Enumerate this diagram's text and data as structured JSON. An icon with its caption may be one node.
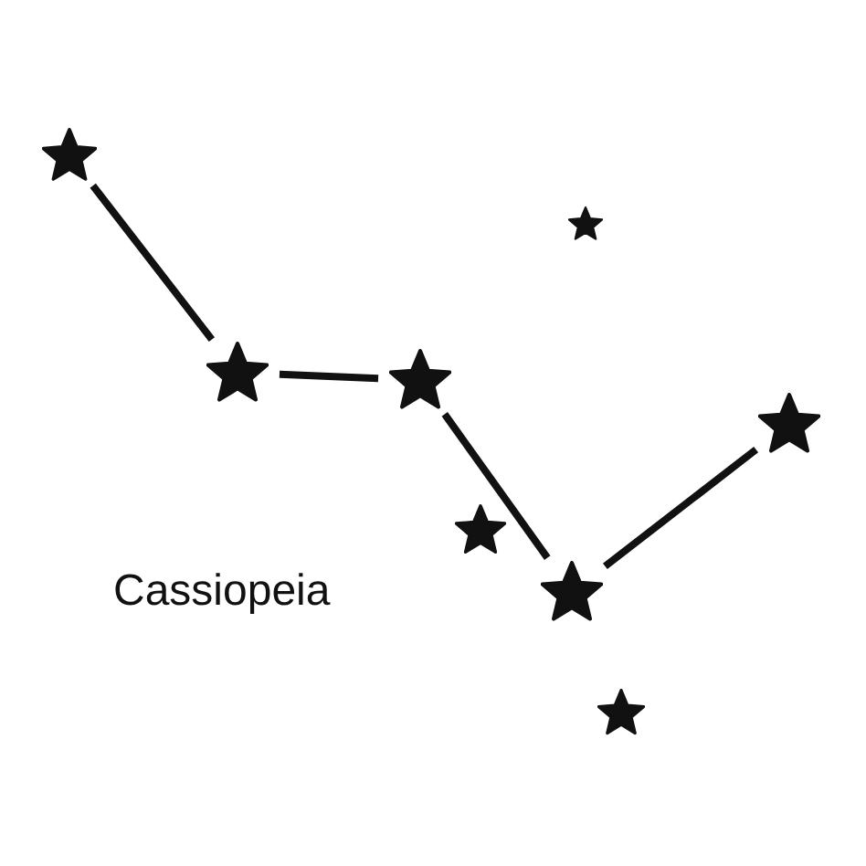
{
  "diagram": {
    "nodes": [
      {
        "text": [],
        "shape": "star"
      },
      {
        "text": [],
        "shape": "star"
      },
      {
        "text": [],
        "shape": "star"
      },
      {
        "text": [],
        "shape": "star"
      },
      {
        "text": [],
        "shape": "star"
      },
      {
        "text": [],
        "shape": "star"
      },
      {
        "text": [],
        "shape": "star"
      },
      {
        "text": [],
        "shape": "star"
      }
    ],
    "edges": [
      {
        "from": 0,
        "to": 1,
        "arrow": "none"
      },
      {
        "from": 1,
        "to": 2,
        "arrow": "none"
      },
      {
        "from": 2,
        "to": 4,
        "arrow": "none"
      },
      {
        "from": 4,
        "to": 7,
        "arrow": "none"
      }
    ],
    "labels": [
      "Cassiopeia"
    ]
  }
}
